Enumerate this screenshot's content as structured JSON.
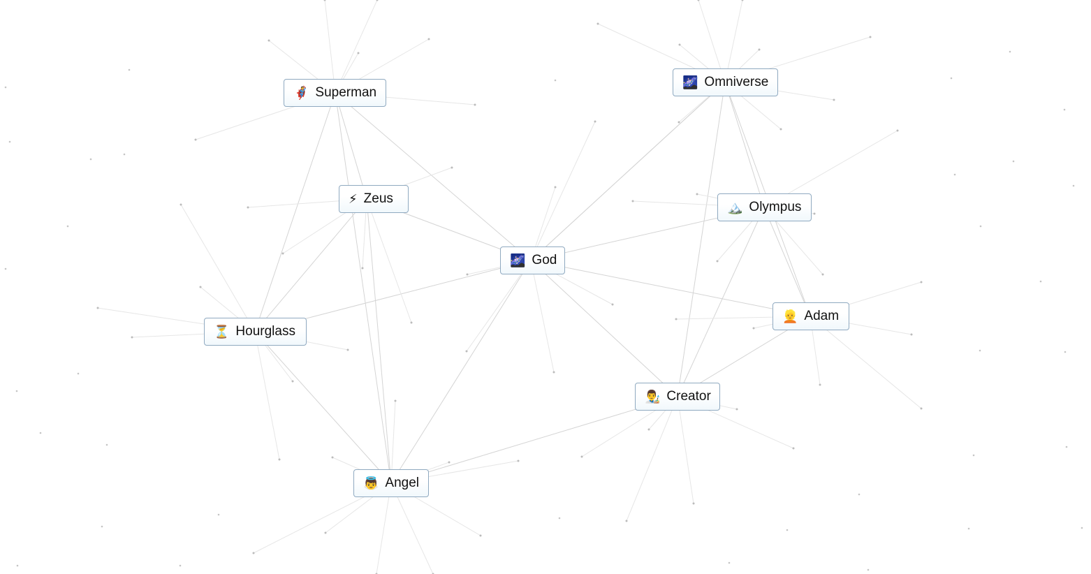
{
  "nodes": [
    {
      "id": "superman",
      "label": "Superman",
      "icon": "superhero-icon",
      "emoji": "🦸"
    },
    {
      "id": "zeus",
      "label": "Zeus",
      "icon": "lightning-icon",
      "emoji": "⚡"
    },
    {
      "id": "god",
      "label": "God",
      "icon": "galaxy-icon",
      "emoji": "🌌"
    },
    {
      "id": "omniverse",
      "label": "Omniverse",
      "icon": "galaxy-icon",
      "emoji": "🌌"
    },
    {
      "id": "olympus",
      "label": "Olympus",
      "icon": "mountain-icon",
      "emoji": "🏔️"
    },
    {
      "id": "adam",
      "label": "Adam",
      "icon": "person-icon",
      "emoji": "👱"
    },
    {
      "id": "hourglass",
      "label": "Hourglass",
      "icon": "hourglass-icon",
      "emoji": "⏳"
    },
    {
      "id": "creator",
      "label": "Creator",
      "icon": "artist-icon",
      "emoji": "👨‍🎨"
    },
    {
      "id": "angel",
      "label": "Angel",
      "icon": "angel-icon",
      "emoji": "👼"
    }
  ]
}
